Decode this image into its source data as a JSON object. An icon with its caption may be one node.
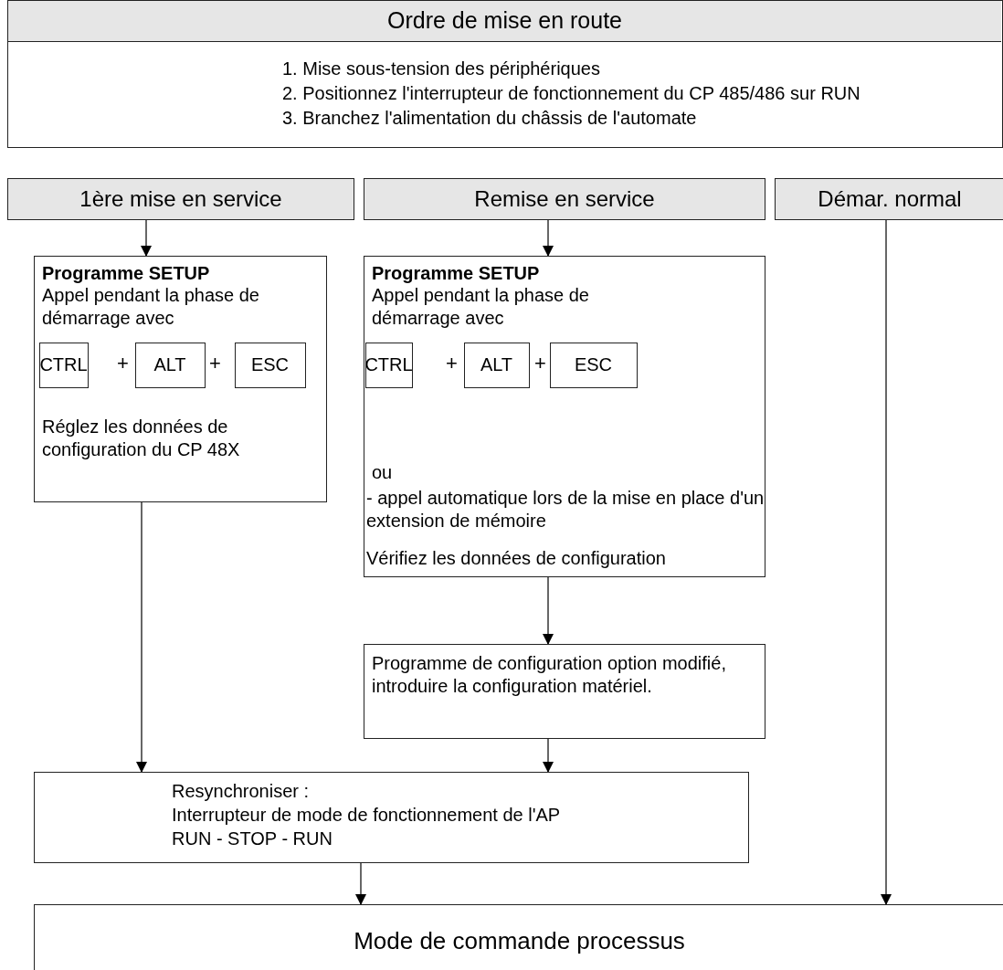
{
  "diagram": {
    "nodes": [
      {
        "text": [
          "Ordre de mise en route",
          "1. Mise sous-tension des périphériques",
          "2. Positionnez l'interrupteur de fonctionnement du CP 485/486 sur RUN",
          "3. Branchez l'alimentation du châssis de l'automate"
        ]
      },
      {
        "text": [
          "1ère mise en service"
        ]
      },
      {
        "text": [
          "Remise en service"
        ]
      },
      {
        "text": [
          "Démar. normal"
        ]
      },
      {
        "text": [
          "Programme SETUP",
          "Appel pendant la phase de démarrage avec",
          "Réglez les données de configuration du CP 48X"
        ]
      },
      {
        "text": [
          "CTRL"
        ],
        "in": 4
      },
      {
        "text": [
          "ALT"
        ],
        "in": 4
      },
      {
        "text": [
          "ESC"
        ],
        "in": 4
      },
      {
        "text": [
          "Programme SETUP",
          "Appel pendant la phase de démarrage avec",
          "ou",
          "- appel automatique lors de la mise en place d'un extension de mémoire",
          "Vérifiez les données de configuration"
        ]
      },
      {
        "text": [
          "CTRL"
        ],
        "in": 8
      },
      {
        "text": [
          "ALT"
        ],
        "in": 8
      },
      {
        "text": [
          "ESC"
        ],
        "in": 8
      },
      {
        "text": [
          "Programme de configuration option modifié, introduire la configuration matériel."
        ]
      },
      {
        "text": [
          "Resynchroniser :",
          "Interrupteur de mode de fonctionnement de l'AP",
          "RUN - STOP - RUN"
        ]
      },
      {
        "text": [
          "Mode de commande processus"
        ]
      }
    ],
    "edges": [
      {
        "from": 1,
        "to": 4,
        "arrow": "to"
      },
      {
        "from": 2,
        "to": 8,
        "arrow": "to"
      },
      {
        "from": 8,
        "to": 12,
        "arrow": "to"
      },
      {
        "from": 4,
        "to": 13,
        "arrow": "to"
      },
      {
        "from": 12,
        "to": 13,
        "arrow": "to"
      },
      {
        "from": 13,
        "to": 14,
        "arrow": "to"
      },
      {
        "from": 3,
        "to": 14,
        "arrow": "to"
      }
    ],
    "labels": [
      "+",
      "+",
      "+",
      "+"
    ]
  }
}
